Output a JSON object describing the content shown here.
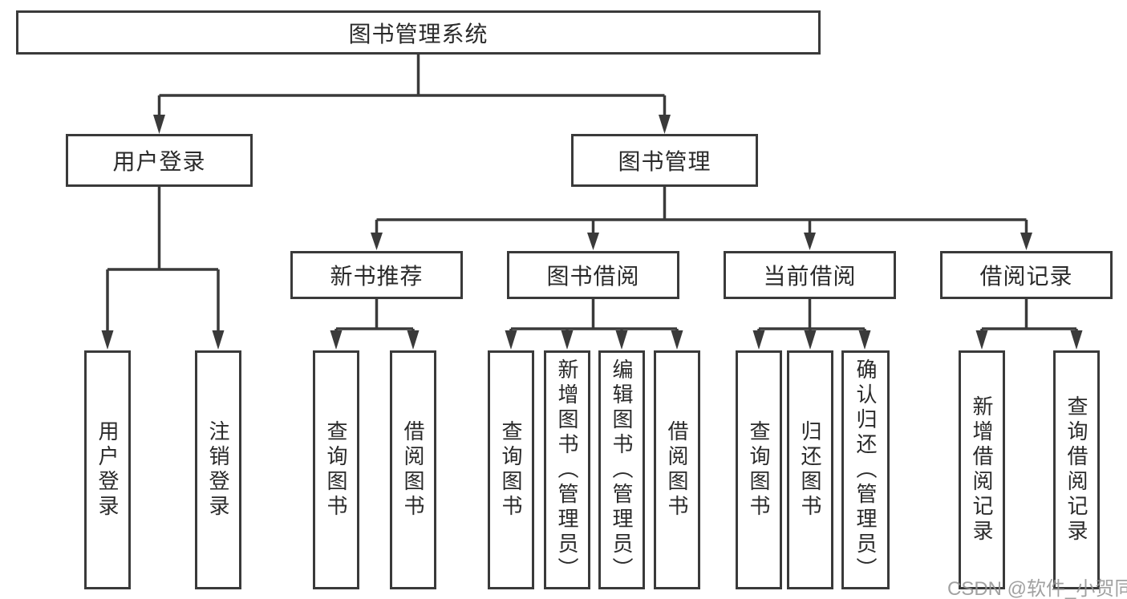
{
  "diagram": {
    "root": {
      "label": "图书管理系统"
    },
    "level2": [
      {
        "label": "用户登录"
      },
      {
        "label": "图书管理"
      }
    ],
    "level3": [
      {
        "label": "新书推荐"
      },
      {
        "label": "图书借阅"
      },
      {
        "label": "当前借阅"
      },
      {
        "label": "借阅记录"
      }
    ],
    "groups": {
      "user_login_children": [
        "用户登录",
        "注销登录"
      ],
      "new_book_children": [
        "查询图书",
        "借阅图书"
      ],
      "book_borrow_children": [
        "查询图书",
        "新增图书（管理员）",
        "编辑图书（管理员）",
        "借阅图书"
      ],
      "current_borrow_children": [
        "查询图书",
        "归还图书",
        "确认归还（管理员）"
      ],
      "borrow_record_children": [
        "新增借阅记录",
        "查询借阅记录"
      ]
    },
    "watermark": "CSDN @软件_小贺同学",
    "colors": {
      "line": "#3a3a3a",
      "text": "#2a2a2a",
      "watermark": "#949494",
      "background": "#ffffff"
    }
  }
}
